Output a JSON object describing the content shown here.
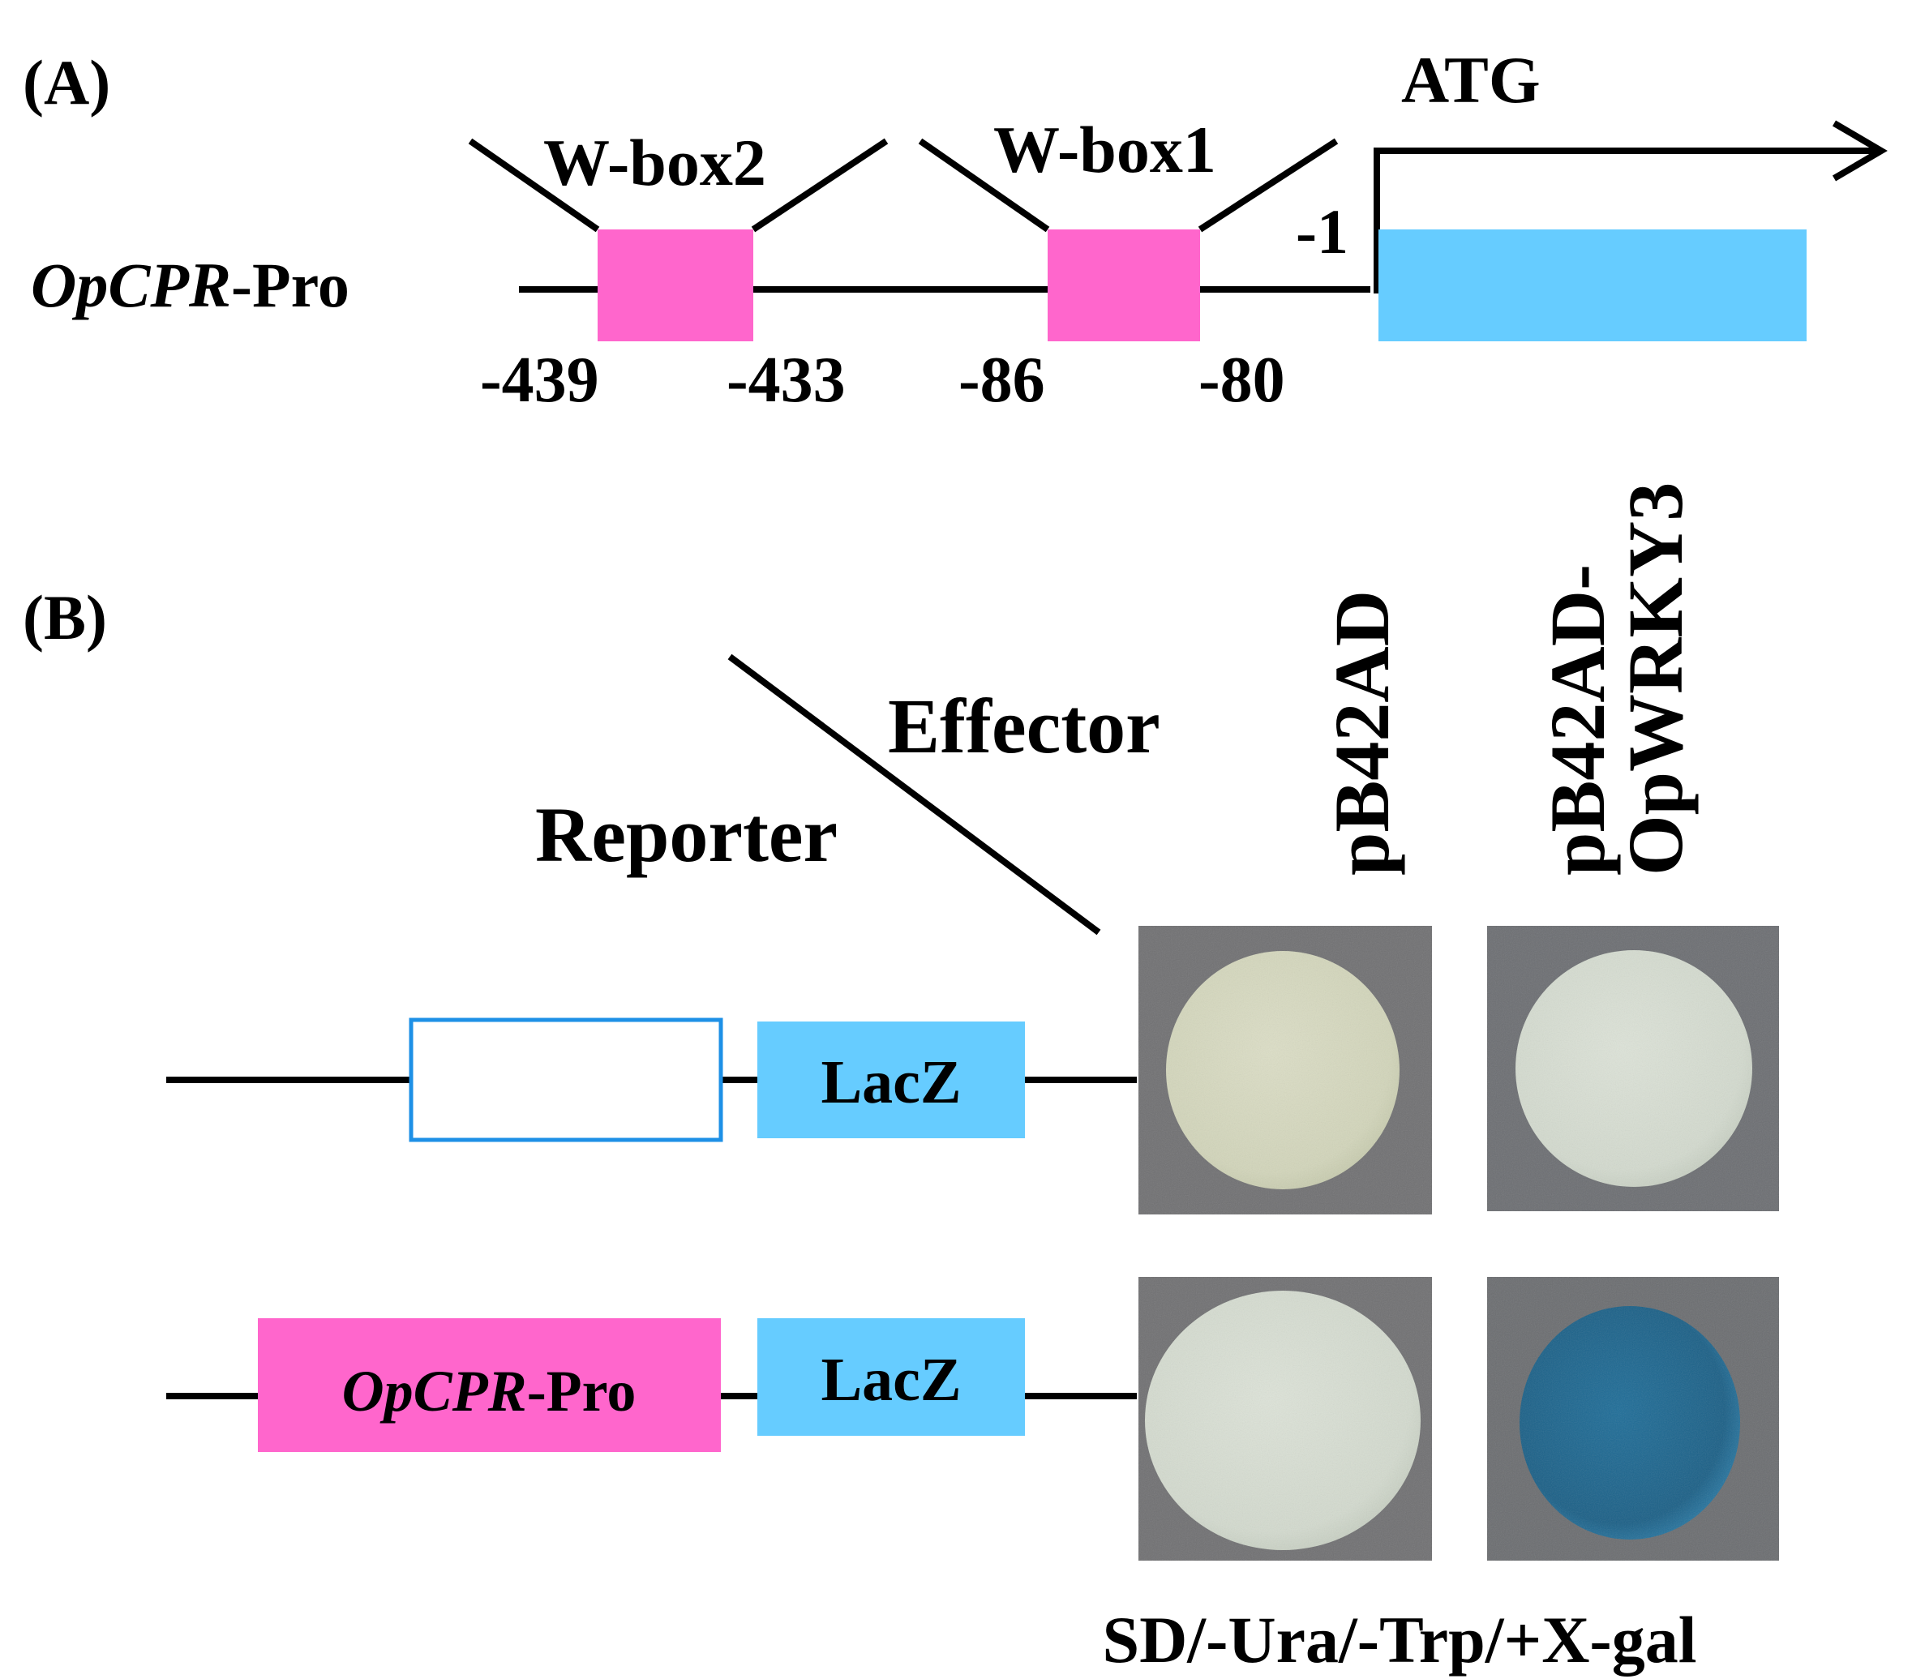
{
  "colors": {
    "wbox": "#ff66cc",
    "coding": "#66ccff",
    "line": "#000000",
    "empty_box_border": "#1e90e6",
    "plate_bg": "#6f6f70",
    "colony_white": "#e3e6d6",
    "colony_blue": "#1f6a94"
  },
  "panelA": {
    "label": "(A)",
    "promoter_name_italic": "OpCPR",
    "promoter_name_suffix": "-Pro",
    "wbox2": {
      "label": "W-box2",
      "start": "-439",
      "end": "-433"
    },
    "wbox1": {
      "label": "W-box1",
      "start": "-86",
      "end": "-80"
    },
    "tss_label": "-1",
    "atg_label": "ATG"
  },
  "panelB": {
    "label": "(B)",
    "effector_label": "Effector",
    "reporter_label": "Reporter",
    "effectors": [
      {
        "line1": "pB42AD",
        "line2": ""
      },
      {
        "line1": "pB42AD-",
        "line2": "OpWRKY3"
      }
    ],
    "reporters": [
      {
        "insert_italic": "",
        "insert_suffix": "",
        "reporter_gene": "LacZ"
      },
      {
        "insert_italic": "OpCPR",
        "insert_suffix": "-Pro",
        "reporter_gene": "LacZ"
      }
    ],
    "colonies": [
      [
        "white",
        "white"
      ],
      [
        "white",
        "blue"
      ]
    ],
    "medium_label": "SD/-Ura/-Trp/+X-gal"
  }
}
